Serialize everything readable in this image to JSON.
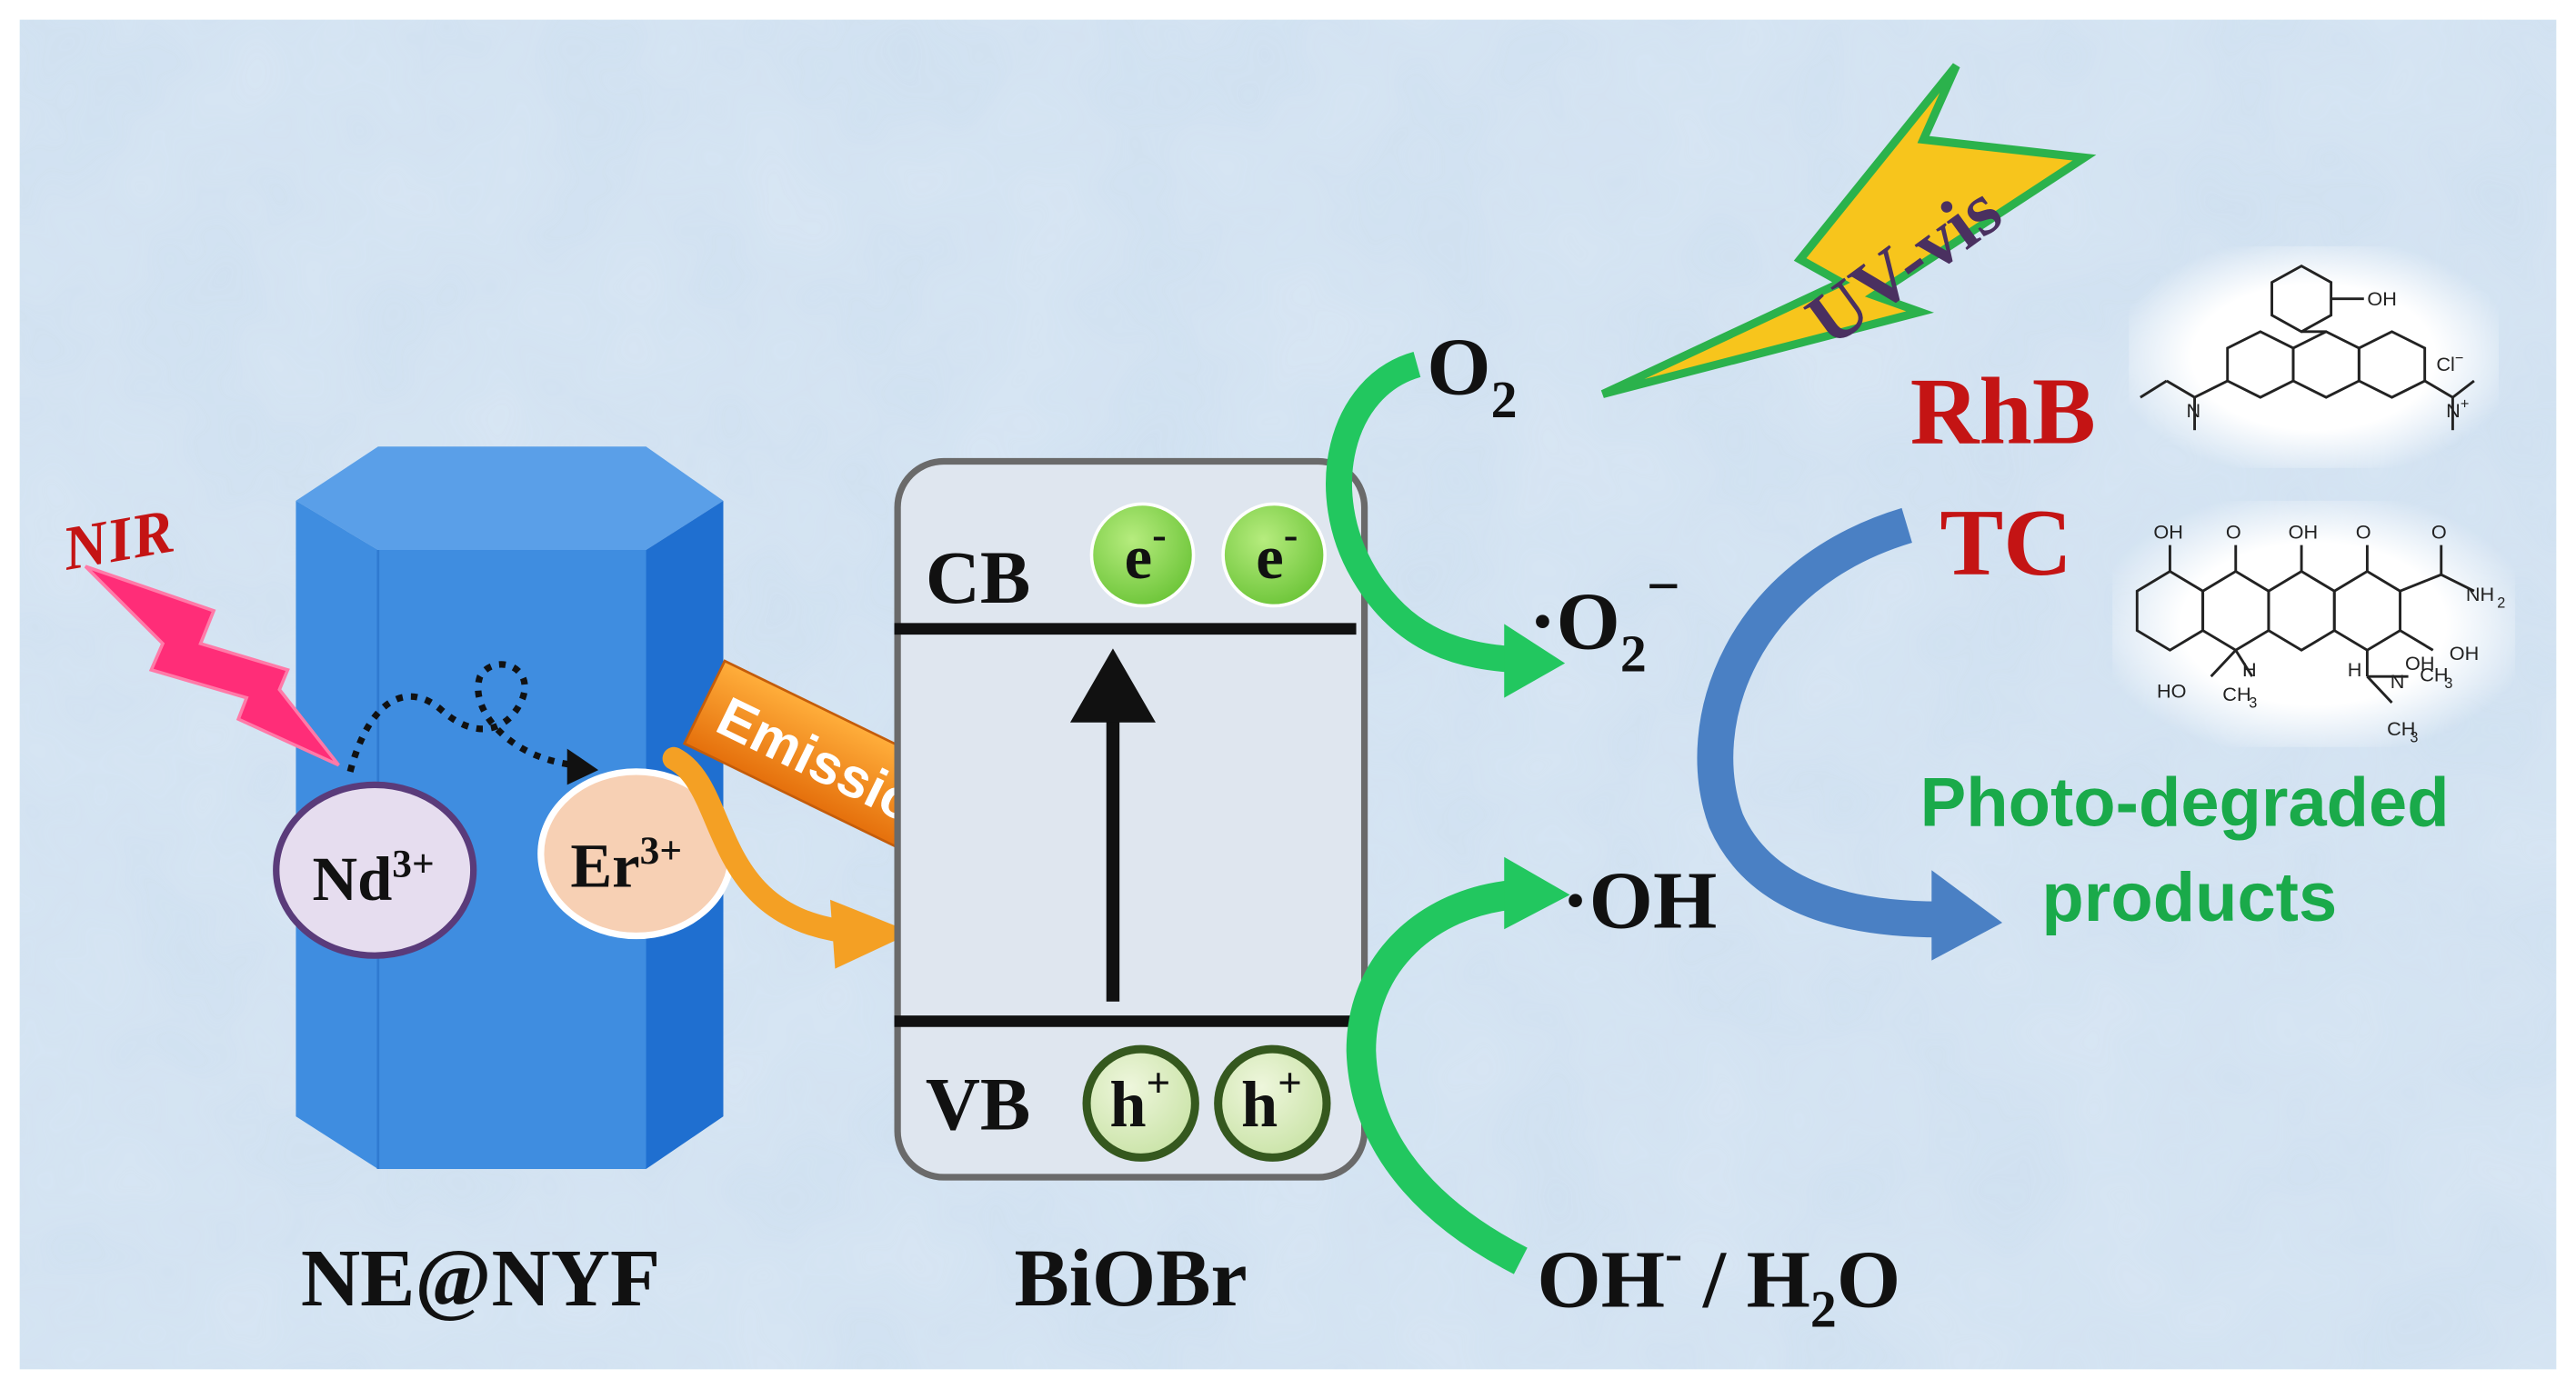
{
  "colors": {
    "background": "#cfe0f0",
    "prism_front": "#3f8de0",
    "prism_side": "#1f6fd0",
    "prism_top": "#5a9fe8",
    "nir_bolt": "#ff2d78",
    "uv_bolt": "#f7c51c",
    "uv_bolt_stroke": "#2bb24c",
    "emission_arrow": "#f39a1c",
    "green_arrow": "#22c75f",
    "blue_arrow": "#4a80c4",
    "pollutant_red": "#c41414",
    "product_green": "#1aaa4a"
  },
  "left_crystal": {
    "label": "NE@NYF",
    "nir_label": "NIR",
    "nd_ion": {
      "base": "Nd",
      "sup": "3+"
    },
    "er_ion": {
      "base": "Er",
      "sup": "3+"
    },
    "emission_label": "Emission"
  },
  "bioBr_box": {
    "label": "BiOBr",
    "cb_label": "CB",
    "vb_label": "VB",
    "electron": {
      "base": "e",
      "sup": "-"
    },
    "hole": {
      "base": "h",
      "sup": "+"
    }
  },
  "right_species": {
    "o2": {
      "base": "O",
      "sub": "2"
    },
    "superoxide": {
      "dot": "·",
      "base": "O",
      "sub": "2",
      "sup": "−"
    },
    "hydroxyl": {
      "text": "·OH"
    },
    "oh_water": {
      "oh": "OH",
      "oh_sup": "-",
      "sep": " / H",
      "h2o_sub": "2",
      "o": "O"
    },
    "uv_label": "UV-vis",
    "pollutant_1": "RhB",
    "pollutant_2": "TC",
    "products_line1": "Photo-degraded",
    "products_line2": "products"
  },
  "structures": {
    "rhb_labels": {
      "oh": "OH",
      "cl": "Cl",
      "cl_sup": "−",
      "n_left": "N",
      "n_right": "N",
      "n_sup": "+"
    },
    "tc_labels": [
      "OH",
      "O",
      "OH",
      "O",
      "O",
      "OH",
      "NH",
      "2",
      "OH",
      "HO",
      "CH",
      "3",
      "H",
      "H",
      "N",
      "CH",
      "3",
      "CH",
      "3"
    ]
  }
}
